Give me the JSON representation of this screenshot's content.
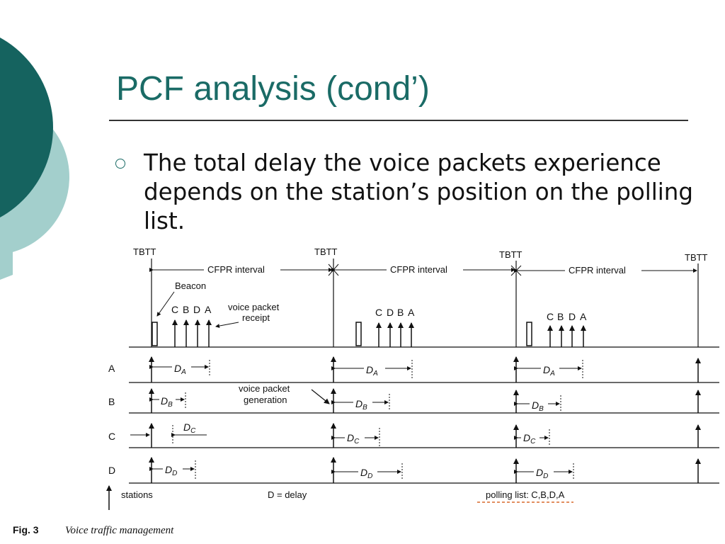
{
  "slide": {
    "title": "PCF analysis (cond’)",
    "bullet": "The total delay the voice packets experience depends on the station’s position on the polling list."
  },
  "diagram": {
    "tbtt": "TBTT",
    "cfpr": "CFPR interval",
    "beacon": "Beacon",
    "order1": [
      "C",
      "B",
      "D",
      "A"
    ],
    "order2": [
      "C",
      "D",
      "B",
      "A"
    ],
    "order3": [
      "C",
      "B",
      "D",
      "A"
    ],
    "receipt_line1": "voice packet",
    "receipt_line2": "receipt",
    "gen_line1": "voice packet",
    "gen_line2": "generation",
    "rows": [
      "A",
      "B",
      "C",
      "D"
    ],
    "delay_sub": {
      "A": "A",
      "B": "B",
      "C": "C",
      "D": "D"
    },
    "delay_D": "D",
    "legend_stations": "stations",
    "legend_delay": "D = delay",
    "legend_polling": "polling list: C,B,D,A",
    "caption_label": "Fig. 3",
    "caption_text": "Voice traffic management"
  },
  "colors": {
    "accent": "#1a6b66",
    "light_accent": "#a3cfcc"
  }
}
